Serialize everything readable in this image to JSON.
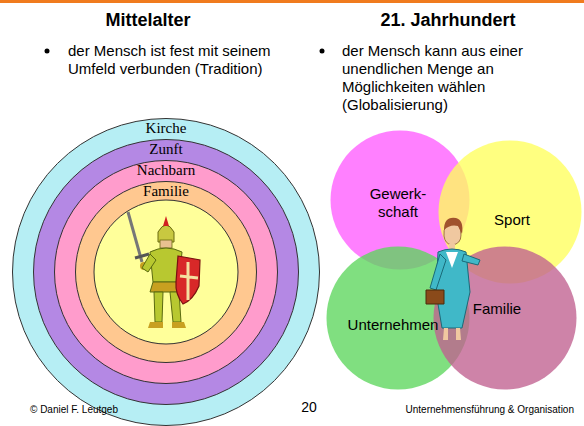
{
  "diagram": {
    "nodes": [
      {
        "text": [
          "Kirche"
        ]
      },
      {
        "text": [
          "Zunft"
        ],
        "in": 0
      },
      {
        "text": [
          "Nachbarn"
        ],
        "in": 1
      },
      {
        "text": [
          "Familie"
        ],
        "in": 2
      },
      {
        "text": [
          "Gewerk- schaft"
        ]
      },
      {
        "text": [
          "Sport"
        ]
      },
      {
        "text": [
          "Unternehmen"
        ]
      },
      {
        "text": [
          "Familie"
        ]
      }
    ],
    "labels": [
      "Mittelalter",
      "21. Jahrhundert",
      "der Mensch ist fest mit seinem Umfeld verbunden (Tradition)",
      "der Mensch kann aus einer unendlichen Menge an Möglichkeiten wählen (Globalisierung)",
      "© Daniel F. Leutgeb",
      "20",
      "Unternehmensführung & Organisation"
    ]
  }
}
